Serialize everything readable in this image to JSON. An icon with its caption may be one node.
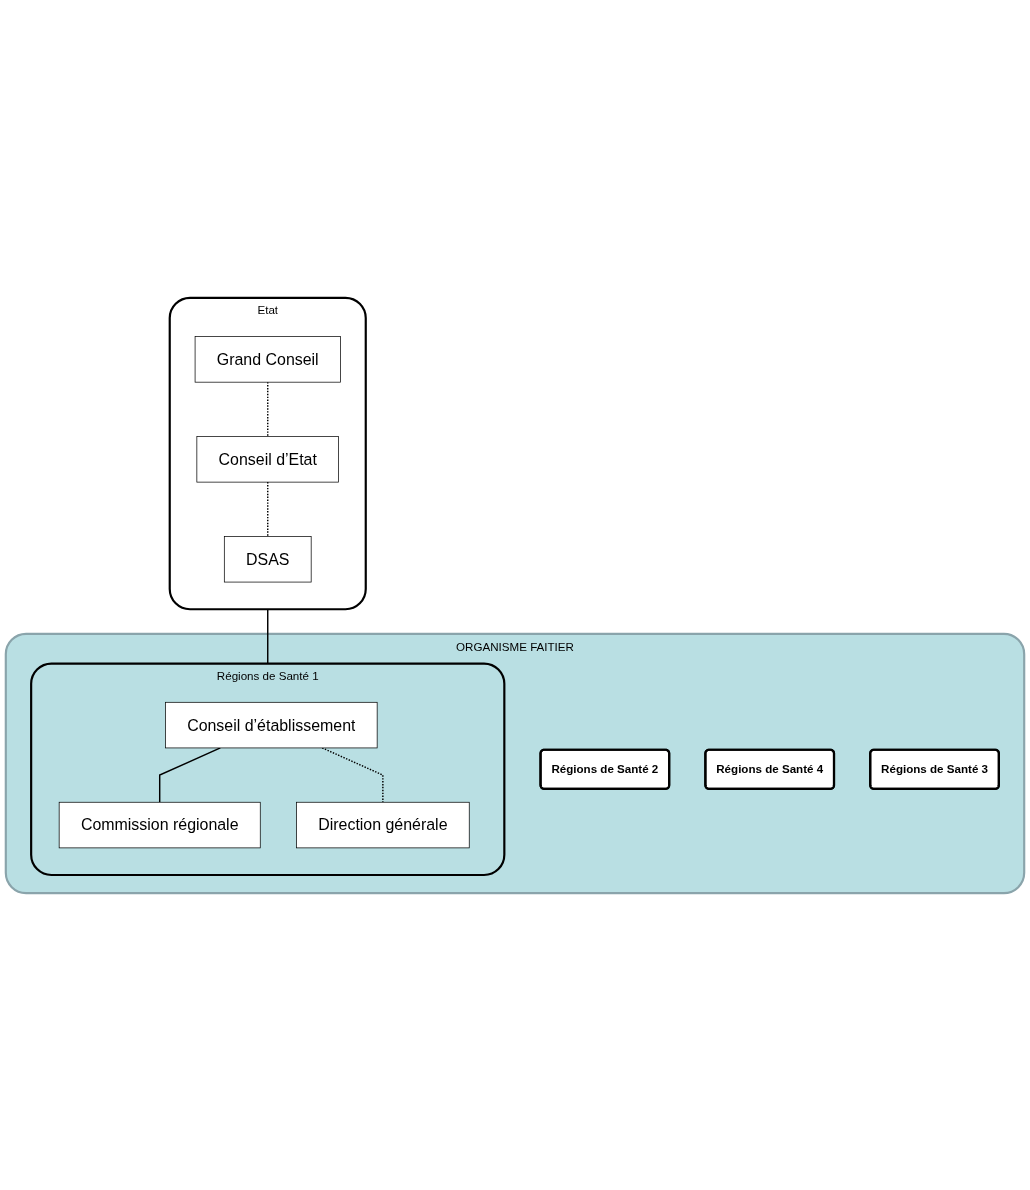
{
  "diagram": {
    "nodes": [
      {
        "text": [
          "Etat"
        ]
      },
      {
        "text": [
          "Grand Conseil"
        ],
        "in": 0
      },
      {
        "text": [
          "Conseil d’Etat"
        ],
        "in": 0
      },
      {
        "text": [
          "DSAS"
        ],
        "in": 0
      },
      {
        "text": [
          "ORGANISME FAITIER"
        ]
      },
      {
        "text": [
          "Régions de Santé 1"
        ],
        "in": 4
      },
      {
        "text": [
          "Conseil d’établissement"
        ],
        "in": 5
      },
      {
        "text": [
          "Commission régionale"
        ],
        "in": 5
      },
      {
        "text": [
          "Direction générale"
        ],
        "in": 5
      },
      {
        "text": [
          "Régions de Santé 2"
        ],
        "in": 4
      },
      {
        "text": [
          "Régions de Santé 4"
        ],
        "in": 4
      },
      {
        "text": [
          "Régions de Santé 3"
        ],
        "in": 4
      }
    ],
    "edges": [
      {
        "from": 1,
        "to": 2,
        "arrow": "none",
        "style": "dashed"
      },
      {
        "from": 2,
        "to": 3,
        "arrow": "none",
        "style": "dashed"
      },
      {
        "from": 0,
        "to": 5,
        "arrow": "none"
      },
      {
        "from": 6,
        "to": 7,
        "arrow": "none"
      },
      {
        "from": 6,
        "to": 8,
        "arrow": "none",
        "style": "dashed"
      }
    ]
  }
}
